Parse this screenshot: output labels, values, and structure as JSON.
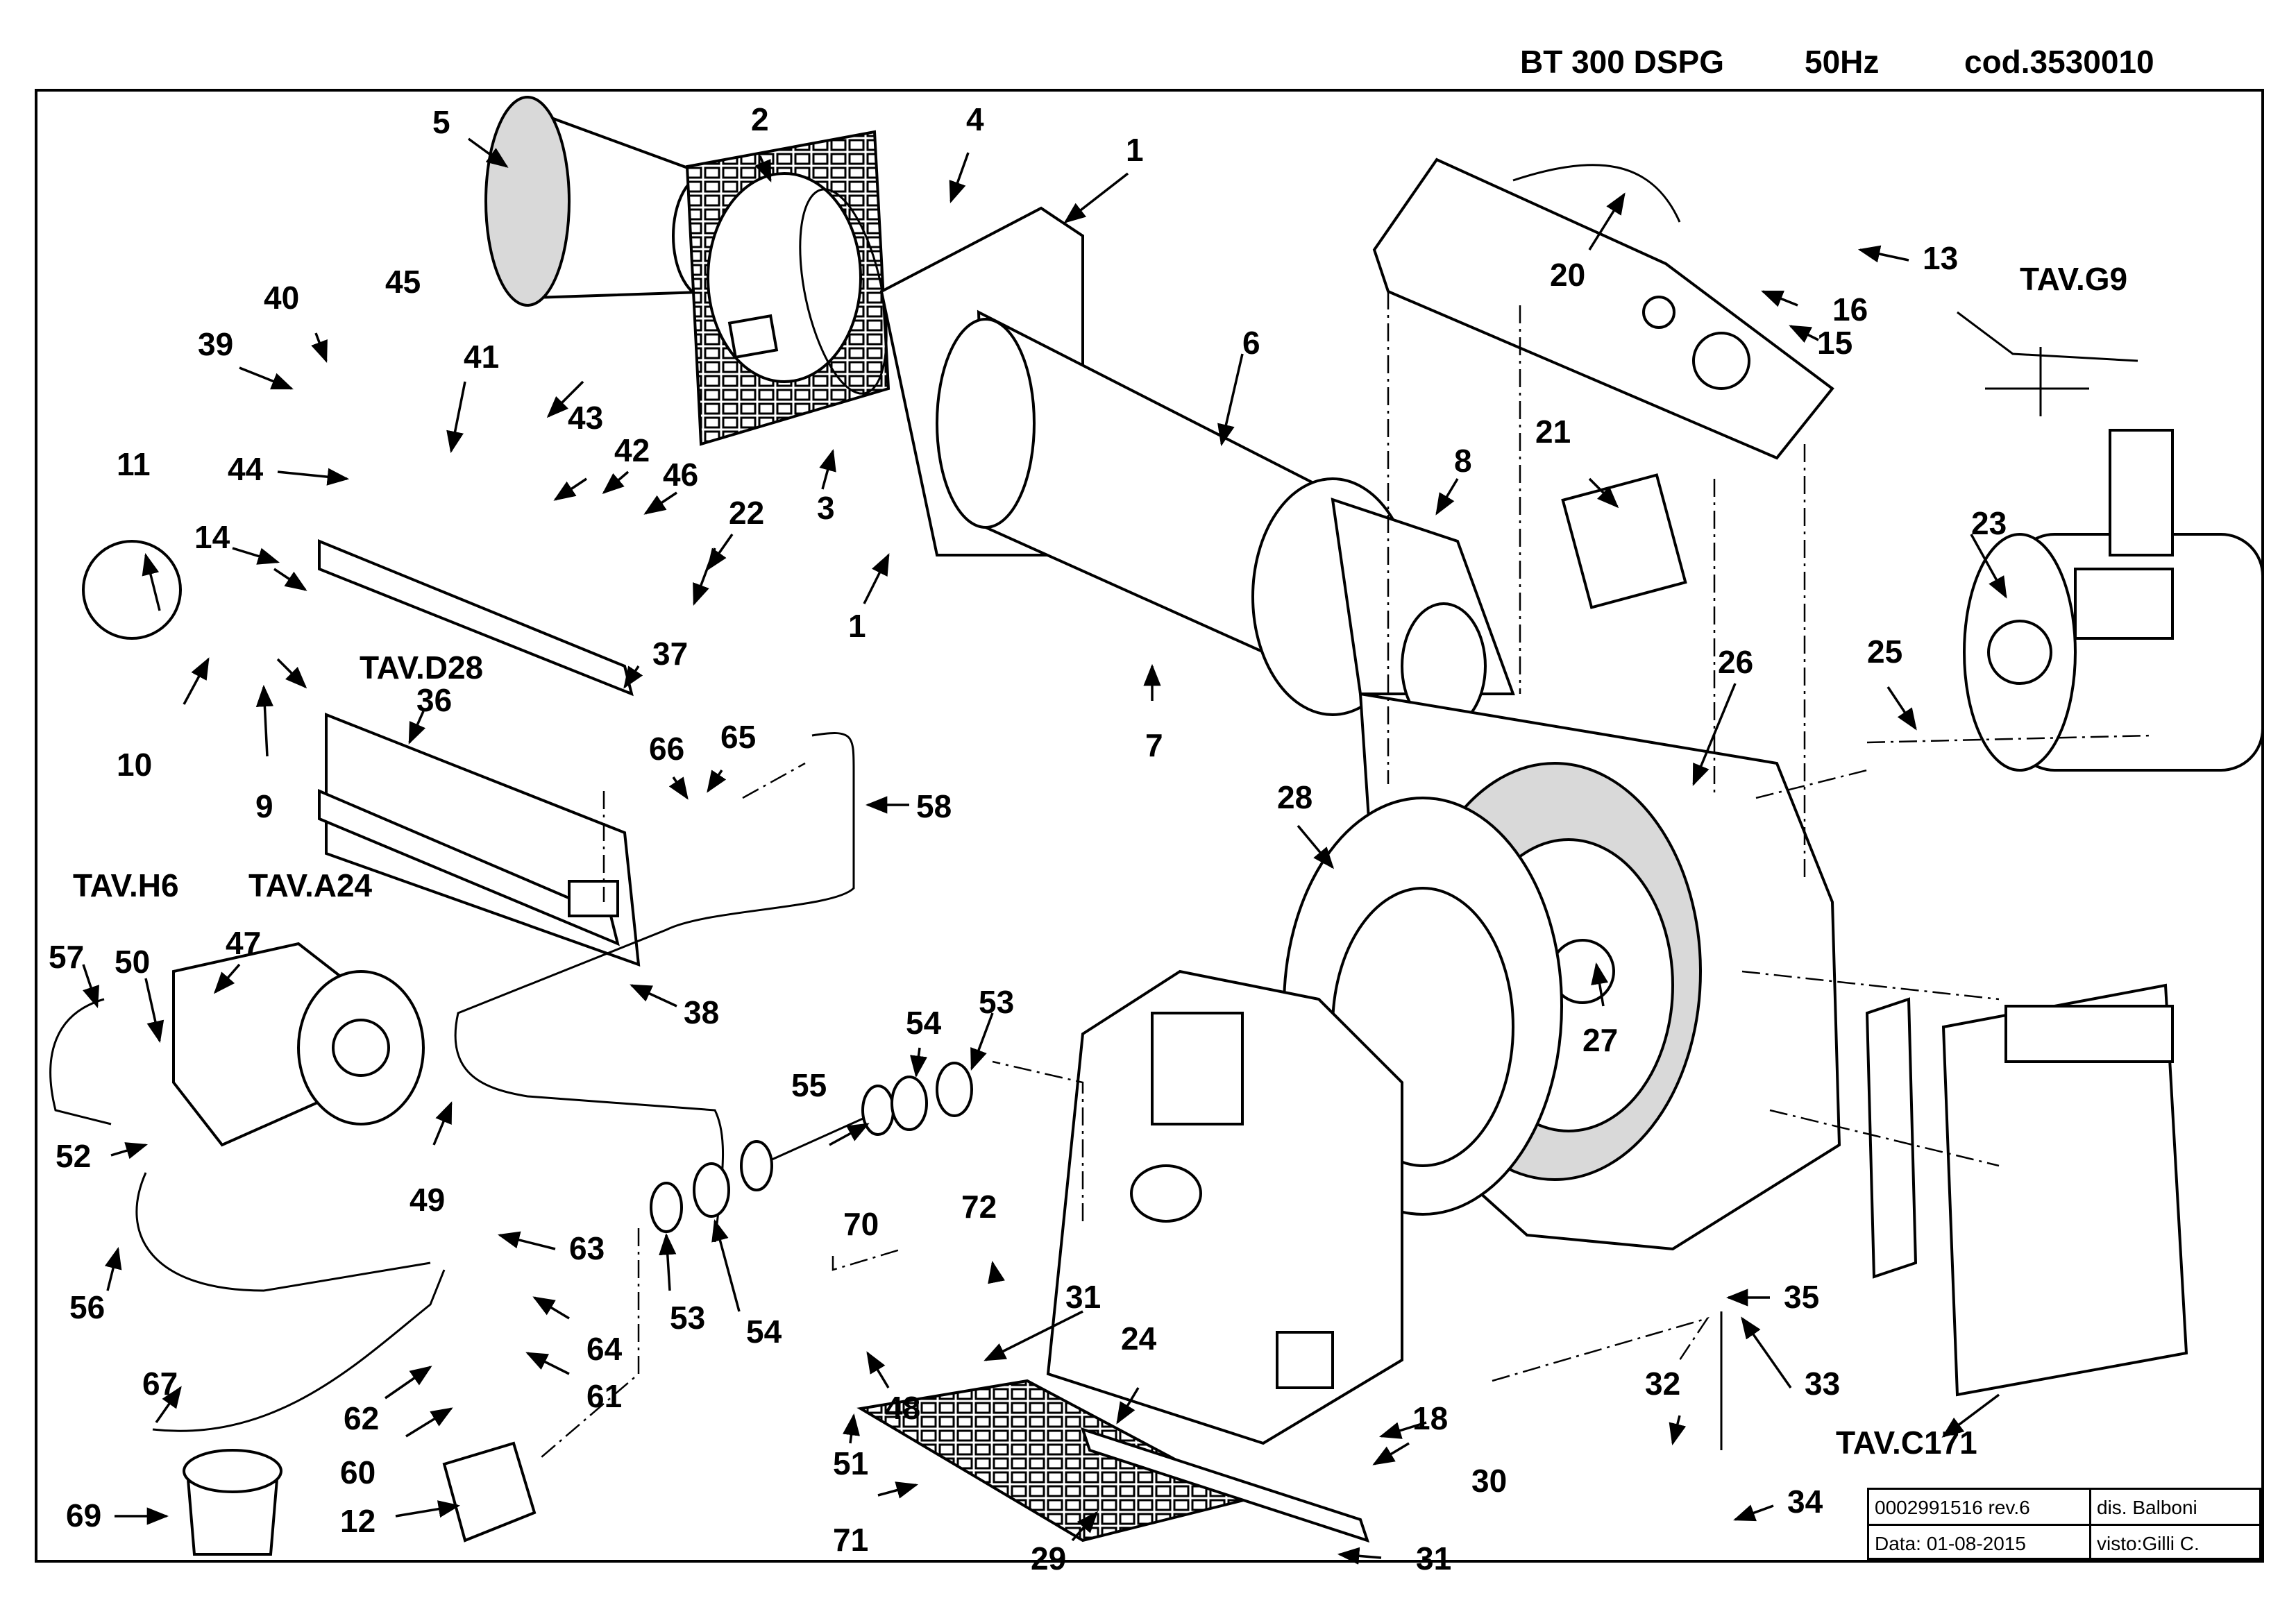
{
  "header": {
    "model": "BT 300 DSPG",
    "frequency": "50Hz",
    "code": "cod.3530010"
  },
  "title_block": {
    "document_number": "0002991516 rev.6",
    "drawn_by": "dis. Balboni",
    "date": "Data: 01-08-2015",
    "checked_by": "visto:Gilli C."
  },
  "table_refs": {
    "g9": "TAV.G9",
    "d28": "TAV.D28",
    "h6": "TAV.H6",
    "a24": "TAV.A24",
    "c171": "TAV.C171"
  },
  "part_labels": {
    "p1": "1",
    "p2": "2",
    "p3": "3",
    "p4": "4",
    "p5": "5",
    "p6": "6",
    "p7": "7",
    "p8": "8",
    "p9": "9",
    "p10": "10",
    "p11": "11",
    "p12": "12",
    "p13": "13",
    "p14": "14",
    "p15": "15",
    "p16": "16",
    "p18": "18",
    "p20": "20",
    "p21": "21",
    "p22": "22",
    "p23": "23",
    "p24": "24",
    "p25": "25",
    "p26": "26",
    "p27": "27",
    "p28": "28",
    "p29": "29",
    "p30": "30",
    "p31": "31",
    "p32": "32",
    "p33": "33",
    "p34": "34",
    "p35": "35",
    "p36": "36",
    "p37": "37",
    "p38": "38",
    "p39": "39",
    "p40": "40",
    "p41": "41",
    "p42": "42",
    "p43": "43",
    "p44": "44",
    "p45": "45",
    "p46": "46",
    "p47": "47",
    "p48": "48",
    "p49": "49",
    "p50": "50",
    "p51": "51",
    "p52": "52",
    "p53": "53",
    "p54": "54",
    "p55": "55",
    "p56": "56",
    "p57": "57",
    "p58": "58",
    "p60": "60",
    "p61": "61",
    "p62": "62",
    "p63": "63",
    "p64": "64",
    "p65": "65",
    "p66": "66",
    "p67": "67",
    "p69": "69",
    "p70": "70",
    "p71": "71",
    "p72": "72"
  }
}
